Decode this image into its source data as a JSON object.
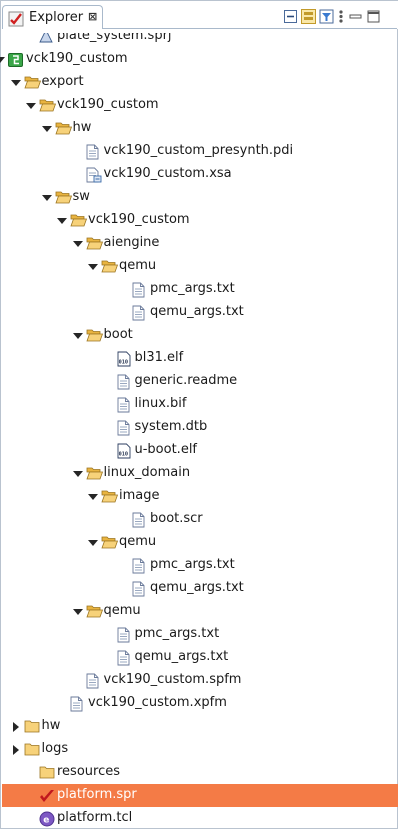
{
  "tab": {
    "label": "Explorer",
    "close": "⊠"
  },
  "toolbar": [
    "collapse-all",
    "link-with-editor",
    "filter",
    "view-menu",
    "minimize",
    "maximize"
  ],
  "tree": [
    {
      "label": "plate_system.sprj",
      "depth": 2,
      "icon": "sprj",
      "twisty": "none",
      "partial": true
    },
    {
      "label": "vck190_custom",
      "depth": 0,
      "icon": "project",
      "twisty": "open"
    },
    {
      "label": "export",
      "depth": 1,
      "icon": "folder-open",
      "twisty": "open"
    },
    {
      "label": "vck190_custom",
      "depth": 2,
      "icon": "folder-open",
      "twisty": "open"
    },
    {
      "label": "hw",
      "depth": 3,
      "icon": "folder-open",
      "twisty": "open"
    },
    {
      "label": "vck190_custom_presynth.pdi",
      "depth": 5,
      "icon": "file",
      "twisty": "none"
    },
    {
      "label": "vck190_custom.xsa",
      "depth": 5,
      "icon": "xsa",
      "twisty": "none"
    },
    {
      "label": "sw",
      "depth": 3,
      "icon": "folder-open",
      "twisty": "open"
    },
    {
      "label": "vck190_custom",
      "depth": 4,
      "icon": "folder-open",
      "twisty": "open"
    },
    {
      "label": "aiengine",
      "depth": 5,
      "icon": "folder-open",
      "twisty": "open"
    },
    {
      "label": "qemu",
      "depth": 6,
      "icon": "folder-open",
      "twisty": "open"
    },
    {
      "label": "pmc_args.txt",
      "depth": 8,
      "icon": "file",
      "twisty": "none"
    },
    {
      "label": "qemu_args.txt",
      "depth": 8,
      "icon": "file",
      "twisty": "none"
    },
    {
      "label": "boot",
      "depth": 5,
      "icon": "folder-open",
      "twisty": "open"
    },
    {
      "label": "bl31.elf",
      "depth": 7,
      "icon": "elf",
      "twisty": "none"
    },
    {
      "label": "generic.readme",
      "depth": 7,
      "icon": "file",
      "twisty": "none"
    },
    {
      "label": "linux.bif",
      "depth": 7,
      "icon": "file",
      "twisty": "none"
    },
    {
      "label": "system.dtb",
      "depth": 7,
      "icon": "file",
      "twisty": "none"
    },
    {
      "label": "u-boot.elf",
      "depth": 7,
      "icon": "elf",
      "twisty": "none"
    },
    {
      "label": "linux_domain",
      "depth": 5,
      "icon": "folder-open",
      "twisty": "open"
    },
    {
      "label": "image",
      "depth": 6,
      "icon": "folder-open",
      "twisty": "open"
    },
    {
      "label": "boot.scr",
      "depth": 8,
      "icon": "file",
      "twisty": "none"
    },
    {
      "label": "qemu",
      "depth": 6,
      "icon": "folder-open",
      "twisty": "open"
    },
    {
      "label": "pmc_args.txt",
      "depth": 8,
      "icon": "file",
      "twisty": "none"
    },
    {
      "label": "qemu_args.txt",
      "depth": 8,
      "icon": "file",
      "twisty": "none"
    },
    {
      "label": "qemu",
      "depth": 5,
      "icon": "folder-open",
      "twisty": "open"
    },
    {
      "label": "pmc_args.txt",
      "depth": 7,
      "icon": "file",
      "twisty": "none"
    },
    {
      "label": "qemu_args.txt",
      "depth": 7,
      "icon": "file",
      "twisty": "none"
    },
    {
      "label": "vck190_custom.spfm",
      "depth": 5,
      "icon": "file",
      "twisty": "none"
    },
    {
      "label": "vck190_custom.xpfm",
      "depth": 4,
      "icon": "file",
      "twisty": "none"
    },
    {
      "label": "hw",
      "depth": 1,
      "icon": "folder-closed",
      "twisty": "closed"
    },
    {
      "label": "logs",
      "depth": 1,
      "icon": "folder-closed",
      "twisty": "closed"
    },
    {
      "label": "resources",
      "depth": 2,
      "icon": "folder-closed",
      "twisty": "none"
    },
    {
      "label": "platform.spr",
      "depth": 2,
      "icon": "spr",
      "twisty": "none",
      "selected": true
    },
    {
      "label": "platform.tcl",
      "depth": 2,
      "icon": "tcl",
      "twisty": "none"
    }
  ],
  "colors": {
    "selection": "#f47b46",
    "folder": "#f5c45a",
    "border": "#a9b9cb"
  }
}
